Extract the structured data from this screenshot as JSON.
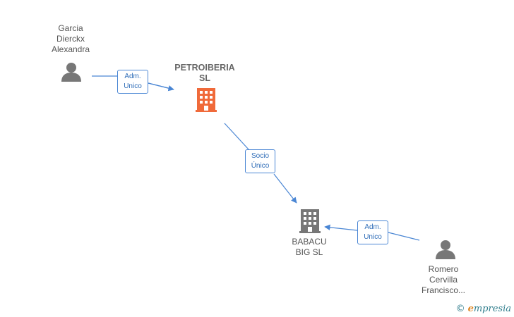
{
  "nodes": {
    "garcia": {
      "lines": [
        "Garcia",
        "Dierckx",
        "Alexandra"
      ],
      "icon": "person-icon",
      "color": "#777777"
    },
    "petroiberia": {
      "lines": [
        "PETROIBERIA",
        "SL"
      ],
      "icon": "building-icon",
      "color": "#f06a3a"
    },
    "babacu": {
      "lines": [
        "BABACU",
        "BIG SL"
      ],
      "icon": "building-icon",
      "color": "#777777"
    },
    "romero": {
      "lines": [
        "Romero",
        "Cervilla",
        "Francisco..."
      ],
      "icon": "person-icon",
      "color": "#777777"
    }
  },
  "edges": {
    "garcia_petro": [
      "Adm.",
      "Unico"
    ],
    "petro_babacu": [
      "Socio",
      "Único"
    ],
    "romero_babacu": [
      "Adm.",
      "Unico"
    ]
  },
  "colors": {
    "edge": "#4a86d4"
  },
  "brand": {
    "copyright": "©",
    "e": "e",
    "rest": "mpresia"
  }
}
